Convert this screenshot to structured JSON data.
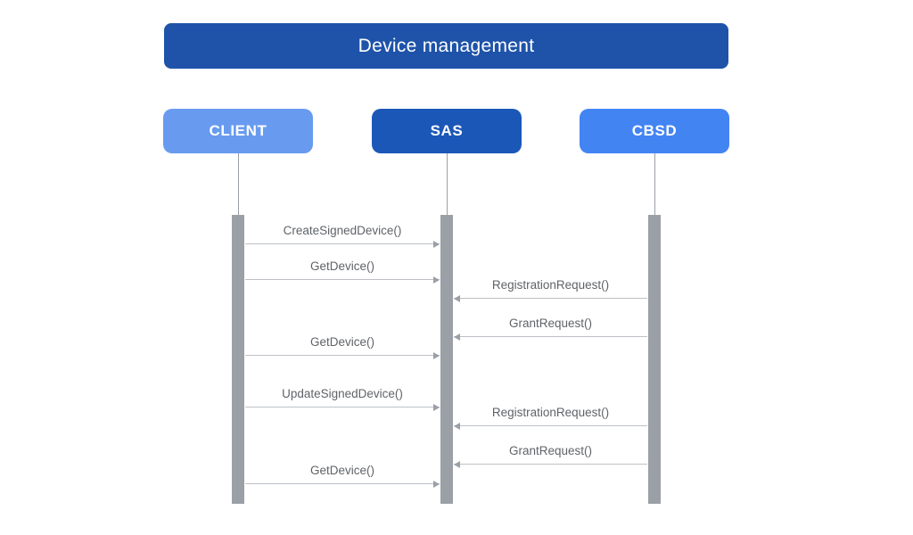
{
  "diagram": {
    "title": "Device management",
    "title_bg": "#1E53A9",
    "background": "#FFFFFF"
  },
  "actors": [
    {
      "id": "client",
      "label": "CLIENT",
      "color": "#689BF0"
    },
    {
      "id": "sas",
      "label": "SAS",
      "color": "#1B57B7"
    },
    {
      "id": "cbsd",
      "label": "CBSD",
      "color": "#4384F3"
    }
  ],
  "messages": [
    {
      "label": "CreateSignedDevice()",
      "from": "client",
      "to": "sas"
    },
    {
      "label": "GetDevice()",
      "from": "client",
      "to": "sas"
    },
    {
      "label": "RegistrationRequest()",
      "from": "cbsd",
      "to": "sas"
    },
    {
      "label": "GrantRequest()",
      "from": "cbsd",
      "to": "sas"
    },
    {
      "label": "GetDevice()",
      "from": "client",
      "to": "sas"
    },
    {
      "label": "UpdateSignedDevice()",
      "from": "client",
      "to": "sas"
    },
    {
      "label": "RegistrationRequest()",
      "from": "cbsd",
      "to": "sas"
    },
    {
      "label": "GrantRequest()",
      "from": "cbsd",
      "to": "sas"
    },
    {
      "label": "GetDevice()",
      "from": "client",
      "to": "sas"
    }
  ],
  "style": {
    "lifeline_color": "#9AA0A6",
    "activation_color": "#9AA0A6",
    "arrow_line_color": "#BDC1C6",
    "arrow_head_color": "#9AA0A6",
    "label_color": "#5F6368"
  }
}
